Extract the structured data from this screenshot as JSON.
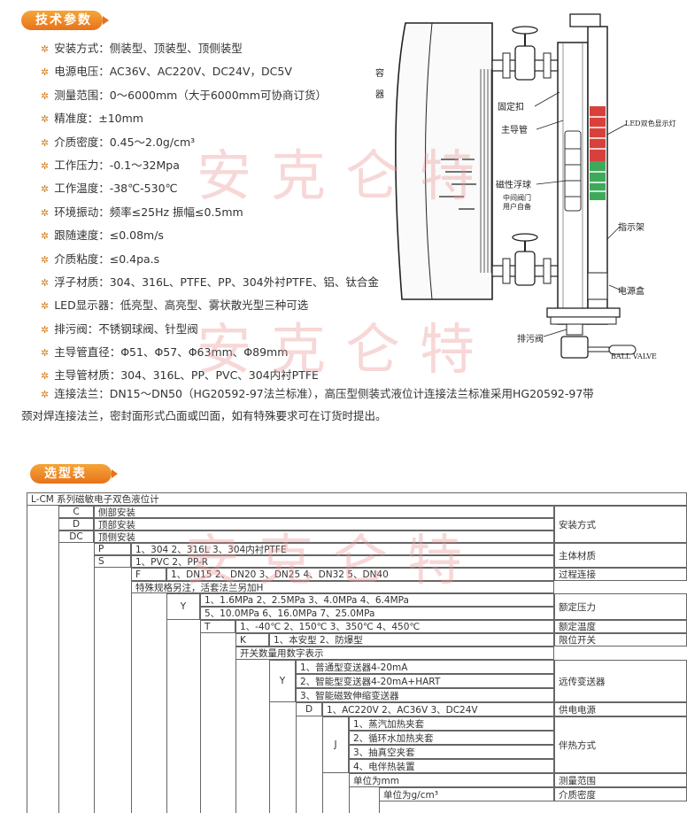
{
  "section1_title": "技术参数",
  "section2_title": "选型表",
  "watermark": "安克仑特",
  "specs": [
    "安装方式：侧装型、顶装型、顶侧装型",
    "电源电压：AC36V、AC220V、DC24V，DC5V",
    "测量范围：0～6000mm（大于6000mm可协商订货）",
    "精准度：±10mm",
    "介质密度：0.45～2.0g/cm³",
    "工作压力：-0.1～32Mpa",
    "工作温度：-38℃-530℃",
    "环境振动：频率≤25Hz   振幅≤0.5mm",
    "跟随速度：≤0.08m/s",
    "介质粘度：≤0.4pa.s",
    "浮子材质：304、316L、PTFE、PP、304外衬PTFE、铝、钛合金",
    "LED显示器：低亮型、高亮型、雾状散光型三种可选",
    "排污阀：不锈钢球阀、针型阀",
    "主导管直径：Φ51、Φ57、Φ63mm、Φ89mm",
    "主导管材质：304、316L、PP、PVC、304内衬PTFE"
  ],
  "flange_line1": "连接法兰：DN15～DN50（HG20592-97法兰标准），高压型侧装式液位计连接法兰标准采用HG20592-97带",
  "flange_line2": "颈对焊连接法兰，密封面形式凸面或凹面，如有特殊要求可在订货时提出。",
  "diagram_labels": {
    "container": "容",
    "container2": "器",
    "fixed_clip": "固定扣",
    "main_tube": "主导管",
    "led": "LED双色显示灯",
    "float": "磁性浮球",
    "valve": "中间阀门",
    "valve2": "用户自备",
    "indicator": "指示架",
    "power_box": "电源盒",
    "drain": "排污阀",
    "ball_valve": "BALL VALVE"
  },
  "table": {
    "header": "L-CM 系列磁敏电子双色液位计",
    "rows": {
      "c_code": "C",
      "c_text": "侧部安装",
      "d_code": "D",
      "d_text": "顶部安装",
      "dc_code": "DC",
      "dc_text": "顶侧安装",
      "p_code": "P",
      "p_text": "1、304  2、316L  3、304内衬PTFE",
      "s_code": "S",
      "s_text": "1、PVC  2、PP-R",
      "f_code": "F",
      "f_text": "1、DN15  2、DN20  3、DN25  4、DN32  5、DN40",
      "special": "特殊规格另注，活套法兰另加H",
      "y_code": "Y",
      "y_text1": "1、1.6MPa  2、2.5MPa  3、4.0MPa  4、6.4MPa",
      "y_text2": "5、10.0MPa  6、16.0MPa  7、25.0MPa",
      "t_code": "T",
      "t_text": "1、-40℃  2、150℃  3、350℃  4、450℃",
      "k_code": "K",
      "k_text": "1、本安型  2、防爆型",
      "switch": "开关数量用数字表示",
      "y2_code": "Y",
      "y2_text1": "1、普通型变送器4-20mA",
      "y2_text2": "2、智能型变送器4-20mA+HART",
      "y2_text3": "3、智能磁致伸缩变送器",
      "d2_code": "D",
      "d2_text": "1、AC220V  2、AC36V  3、DC24V",
      "j_code": "J",
      "j_text1": "1、蒸汽加热夹套",
      "j_text2": "2、循环水加热夹套",
      "j_text3": "3、抽真空夹套",
      "j_text4": "4、电伴热装置",
      "unit_mm": "单位为mm",
      "unit_g": "单位为g/cm³"
    },
    "right": {
      "install": "安装方式",
      "material": "主体材质",
      "process": "过程连接",
      "pressure": "额定压力",
      "temperature": "额定温度",
      "limit": "限位开关",
      "transmitter": "远传变送器",
      "power": "供电电源",
      "jacket": "伴热方式",
      "range": "测量范围",
      "density": "介质密度"
    }
  }
}
